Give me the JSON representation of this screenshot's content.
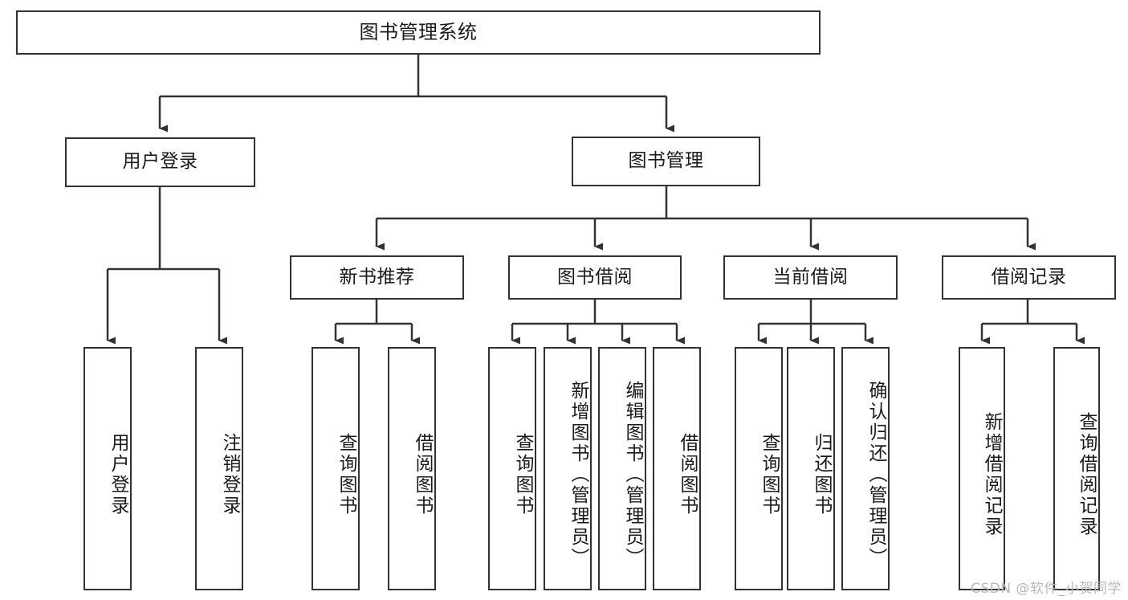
{
  "diagram": {
    "title": "图书管理系统",
    "watermark": "CSDN @软件_小贺同学",
    "colors": {
      "box_border": "#333333",
      "box_fill": "#ffffff",
      "connector": "#333333",
      "watermark": "#b9b9b9",
      "background": "#ffffff"
    },
    "root": {
      "label": "图书管理系统"
    },
    "level2": [
      {
        "label": "用户登录"
      },
      {
        "label": "图书管理"
      }
    ],
    "level3": [
      {
        "label": "新书推荐"
      },
      {
        "label": "图书借阅"
      },
      {
        "label": "当前借阅"
      },
      {
        "label": "借阅记录"
      }
    ],
    "leaves": {
      "user_login": [
        {
          "label": "用户登录"
        },
        {
          "label": "注销登录"
        }
      ],
      "new_book_rec": [
        {
          "label": "查询图书"
        },
        {
          "label": "借阅图书"
        }
      ],
      "book_borrow": [
        {
          "label": "查询图书"
        },
        {
          "label": "新增图书（管理员）"
        },
        {
          "label": "编辑图书（管理员）"
        },
        {
          "label": "借阅图书"
        }
      ],
      "current_borrow": [
        {
          "label": "查询图书"
        },
        {
          "label": "归还图书"
        },
        {
          "label": "确认归还（管理员）"
        }
      ],
      "borrow_record": [
        {
          "label": "新增借阅记录"
        },
        {
          "label": "查询借阅记录"
        }
      ]
    }
  }
}
